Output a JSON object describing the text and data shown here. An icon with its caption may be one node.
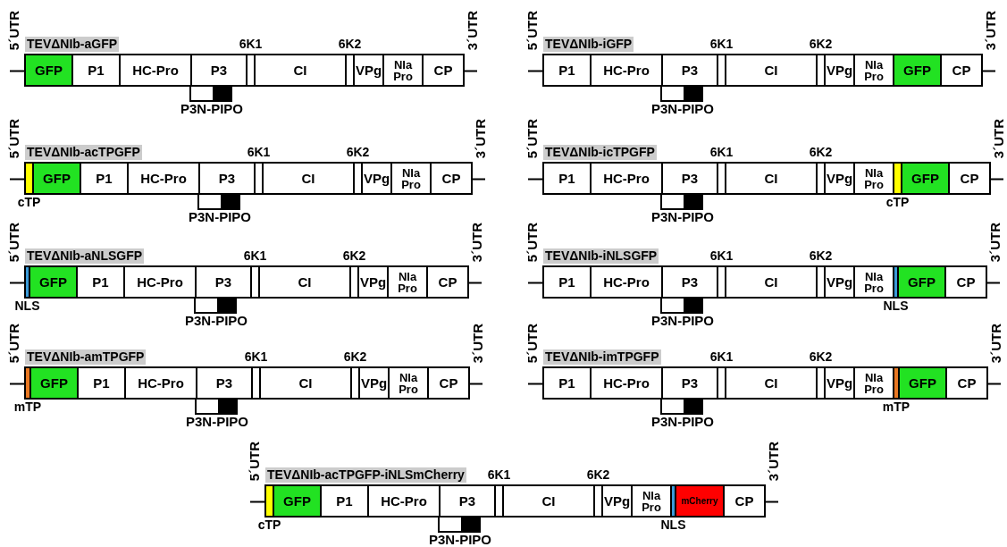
{
  "diagram": {
    "nodes": [
      {
        "text": [
          "TEVΔNIb-aGFP"
        ]
      },
      {
        "text": [
          "GFP"
        ]
      },
      {
        "text": [
          "P1"
        ]
      },
      {
        "text": [
          "HC-Pro"
        ]
      },
      {
        "text": [
          "P3"
        ]
      },
      {
        "text": [
          "6K1"
        ]
      },
      {
        "text": [
          "CI"
        ]
      },
      {
        "text": [
          "6K2"
        ]
      },
      {
        "text": [
          "VPg"
        ]
      },
      {
        "text": [
          "NIa Pro"
        ]
      },
      {
        "text": [
          "CP"
        ]
      },
      {
        "text": [
          "P3N-PIPO"
        ]
      },
      {
        "text": [
          "TEVΔNIb-iGFP"
        ]
      },
      {
        "text": [
          "P1"
        ]
      },
      {
        "text": [
          "HC-Pro"
        ]
      },
      {
        "text": [
          "P3"
        ]
      },
      {
        "text": [
          "6K1"
        ]
      },
      {
        "text": [
          "CI"
        ]
      },
      {
        "text": [
          "6K2"
        ]
      },
      {
        "text": [
          "VPg"
        ]
      },
      {
        "text": [
          "NIa Pro"
        ]
      },
      {
        "text": [
          "GFP"
        ]
      },
      {
        "text": [
          "CP"
        ]
      },
      {
        "text": [
          "P3N-PIPO"
        ]
      },
      {
        "text": [
          "TEVΔNIb-acTPGFP"
        ]
      },
      {
        "text": [
          "cTP"
        ]
      },
      {
        "text": [
          "GFP"
        ]
      },
      {
        "text": [
          "P1"
        ]
      },
      {
        "text": [
          "HC-Pro"
        ]
      },
      {
        "text": [
          "P3"
        ]
      },
      {
        "text": [
          "6K1"
        ]
      },
      {
        "text": [
          "CI"
        ]
      },
      {
        "text": [
          "6K2"
        ]
      },
      {
        "text": [
          "VPg"
        ]
      },
      {
        "text": [
          "NIa Pro"
        ]
      },
      {
        "text": [
          "CP"
        ]
      },
      {
        "text": [
          "P3N-PIPO"
        ]
      },
      {
        "text": [
          "TEVΔNIb-icTPGFP"
        ]
      },
      {
        "text": [
          "P1"
        ]
      },
      {
        "text": [
          "HC-Pro"
        ]
      },
      {
        "text": [
          "P3"
        ]
      },
      {
        "text": [
          "6K1"
        ]
      },
      {
        "text": [
          "CI"
        ]
      },
      {
        "text": [
          "6K2"
        ]
      },
      {
        "text": [
          "VPg"
        ]
      },
      {
        "text": [
          "NIa Pro"
        ]
      },
      {
        "text": [
          "cTP"
        ]
      },
      {
        "text": [
          "GFP"
        ]
      },
      {
        "text": [
          "CP"
        ]
      },
      {
        "text": [
          "P3N-PIPO"
        ]
      },
      {
        "text": [
          "TEVΔNIb-aNLSGFP"
        ]
      },
      {
        "text": [
          "NLS"
        ]
      },
      {
        "text": [
          "GFP"
        ]
      },
      {
        "text": [
          "P1"
        ]
      },
      {
        "text": [
          "HC-Pro"
        ]
      },
      {
        "text": [
          "P3"
        ]
      },
      {
        "text": [
          "6K1"
        ]
      },
      {
        "text": [
          "CI"
        ]
      },
      {
        "text": [
          "6K2"
        ]
      },
      {
        "text": [
          "VPg"
        ]
      },
      {
        "text": [
          "NIa Pro"
        ]
      },
      {
        "text": [
          "CP"
        ]
      },
      {
        "text": [
          "P3N-PIPO"
        ]
      },
      {
        "text": [
          "TEVΔNIb-iNLSGFP"
        ]
      },
      {
        "text": [
          "P1"
        ]
      },
      {
        "text": [
          "HC-Pro"
        ]
      },
      {
        "text": [
          "P3"
        ]
      },
      {
        "text": [
          "6K1"
        ]
      },
      {
        "text": [
          "CI"
        ]
      },
      {
        "text": [
          "6K2"
        ]
      },
      {
        "text": [
          "VPg"
        ]
      },
      {
        "text": [
          "NIa Pro"
        ]
      },
      {
        "text": [
          "NLS"
        ]
      },
      {
        "text": [
          "GFP"
        ]
      },
      {
        "text": [
          "CP"
        ]
      },
      {
        "text": [
          "P3N-PIPO"
        ]
      },
      {
        "text": [
          "TEVΔNIb-amTPGFP"
        ]
      },
      {
        "text": [
          "mTP"
        ]
      },
      {
        "text": [
          "GFP"
        ]
      },
      {
        "text": [
          "P1"
        ]
      },
      {
        "text": [
          "HC-Pro"
        ]
      },
      {
        "text": [
          "P3"
        ]
      },
      {
        "text": [
          "6K1"
        ]
      },
      {
        "text": [
          "CI"
        ]
      },
      {
        "text": [
          "6K2"
        ]
      },
      {
        "text": [
          "VPg"
        ]
      },
      {
        "text": [
          "NIa Pro"
        ]
      },
      {
        "text": [
          "CP"
        ]
      },
      {
        "text": [
          "P3N-PIPO"
        ]
      },
      {
        "text": [
          "TEVΔNIb-imTPGFP"
        ]
      },
      {
        "text": [
          "P1"
        ]
      },
      {
        "text": [
          "HC-Pro"
        ]
      },
      {
        "text": [
          "P3"
        ]
      },
      {
        "text": [
          "6K1"
        ]
      },
      {
        "text": [
          "CI"
        ]
      },
      {
        "text": [
          "6K2"
        ]
      },
      {
        "text": [
          "VPg"
        ]
      },
      {
        "text": [
          "NIa Pro"
        ]
      },
      {
        "text": [
          "mTP"
        ]
      },
      {
        "text": [
          "GFP"
        ]
      },
      {
        "text": [
          "CP"
        ]
      },
      {
        "text": [
          "P3N-PIPO"
        ]
      },
      {
        "text": [
          "TEVΔNIb-acTPGFP-iNLSmCherry"
        ]
      },
      {
        "text": [
          "cTP"
        ]
      },
      {
        "text": [
          "GFP"
        ]
      },
      {
        "text": [
          "P1"
        ]
      },
      {
        "text": [
          "HC-Pro"
        ]
      },
      {
        "text": [
          "P3"
        ]
      },
      {
        "text": [
          "6K1"
        ]
      },
      {
        "text": [
          "CI"
        ]
      },
      {
        "text": [
          "6K2"
        ]
      },
      {
        "text": [
          "VPg"
        ]
      },
      {
        "text": [
          "NIa Pro"
        ]
      },
      {
        "text": [
          "NLS"
        ]
      },
      {
        "text": [
          "mCherry"
        ]
      },
      {
        "text": [
          "CP"
        ]
      },
      {
        "text": [
          "P3N-PIPO"
        ]
      }
    ],
    "labels": [
      "5´UTR",
      "3´UTR",
      "5´UTR",
      "3´UTR",
      "5´UTR",
      "3´UTR",
      "5´UTR",
      "3´UTR",
      "5´UTR",
      "3´UTR",
      "5´UTR",
      "3´UTR",
      "5´UTR",
      "3´UTR",
      "5´UTR",
      "3´UTR",
      "5´UTR",
      "3´UTR"
    ]
  }
}
